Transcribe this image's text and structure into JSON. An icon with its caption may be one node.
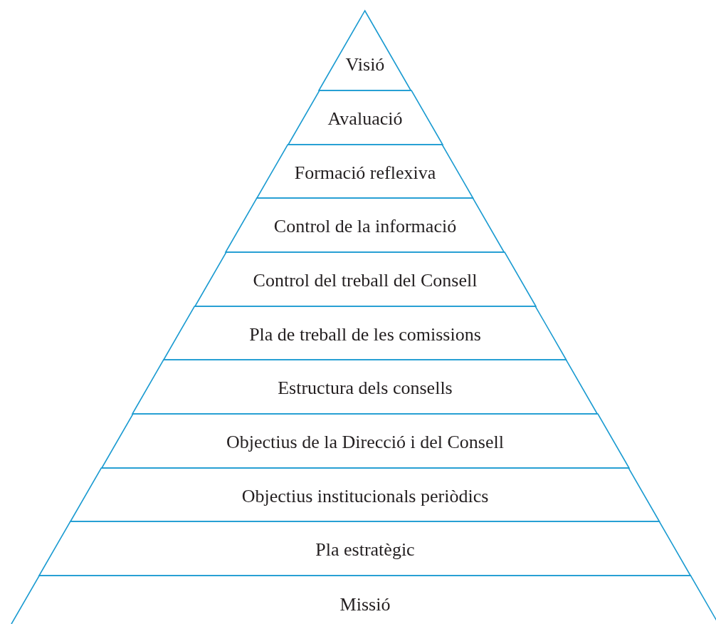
{
  "diagram": {
    "nodes": [
      {
        "text": [
          "Visió"
        ]
      },
      {
        "text": [
          "Avaluació"
        ]
      },
      {
        "text": [
          "Formació reflexiva"
        ]
      },
      {
        "text": [
          "Control de la informació"
        ]
      },
      {
        "text": [
          "Control del treball del Consell"
        ]
      },
      {
        "text": [
          "Pla de treball de les comissions"
        ]
      },
      {
        "text": [
          "Estructura dels consells"
        ]
      },
      {
        "text": [
          "Objectius de la Direcció i del Consell"
        ]
      },
      {
        "text": [
          "Objectius institucionals periòdics"
        ]
      },
      {
        "text": [
          "Pla estratègic"
        ]
      },
      {
        "text": [
          "Missió"
        ]
      }
    ]
  }
}
